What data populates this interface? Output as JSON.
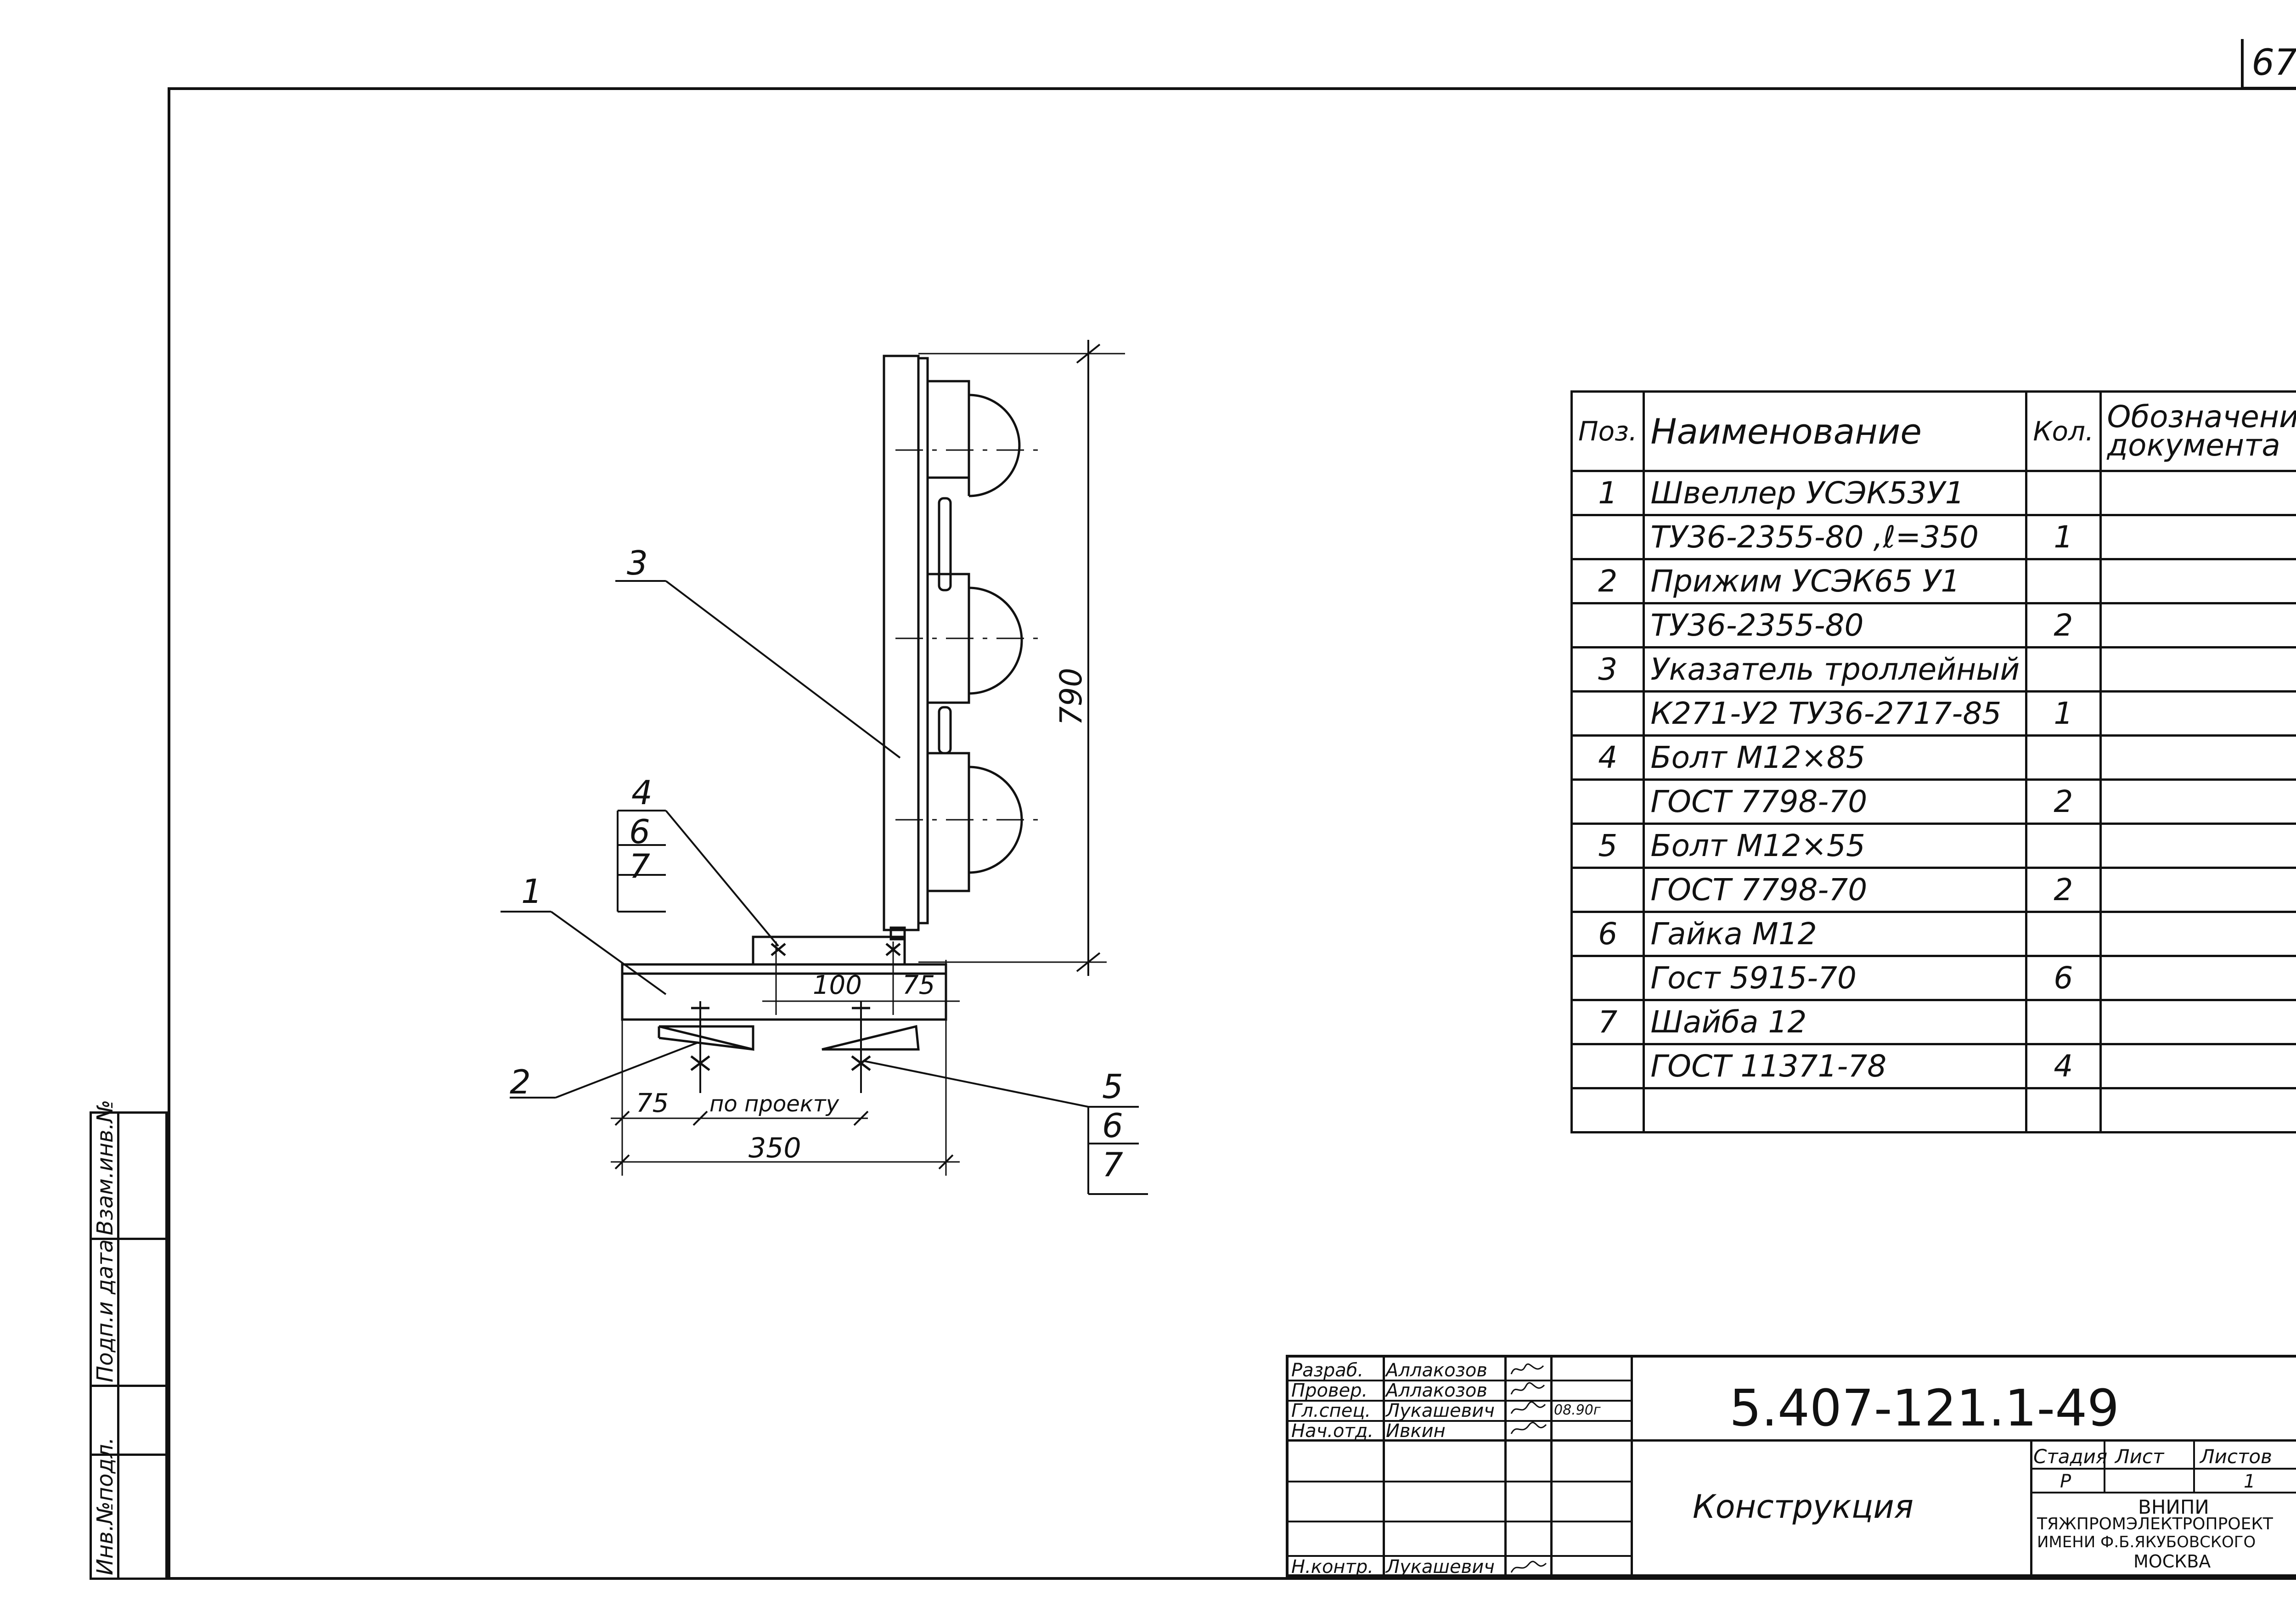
{
  "sheet_number": "67",
  "callouts": {
    "pos1": "1",
    "pos2": "2",
    "pos3": "3",
    "pos4": "4",
    "pos5": "5",
    "pos6a": "6",
    "pos7a": "7",
    "pos6b": "6",
    "pos7b": "7"
  },
  "dimensions": {
    "height": "790",
    "d100": "100",
    "d75_top": "75",
    "d75_left": "75",
    "by_project": "по проекту",
    "d350": "350"
  },
  "spec_table": {
    "headers": {
      "pos": "Поз.",
      "name": "Наименование",
      "qty": "Кол.",
      "doc_line1": "Обозначение",
      "doc_line2": "документа"
    },
    "rows": [
      {
        "pos": "1",
        "name": "Швеллер УСЭК53У1",
        "qty": "",
        "doc": ""
      },
      {
        "pos": "",
        "name": "ТУ36-2355-80 ,ℓ=350",
        "qty": "1",
        "doc": ""
      },
      {
        "pos": "2",
        "name": "Прижим УСЭК65 У1",
        "qty": "",
        "doc": ""
      },
      {
        "pos": "",
        "name": "ТУ36-2355-80",
        "qty": "2",
        "doc": ""
      },
      {
        "pos": "3",
        "name": "Указатель троллейный",
        "qty": "",
        "doc": ""
      },
      {
        "pos": "",
        "name": "К271-У2 ТУ36-2717-85",
        "qty": "1",
        "doc": ""
      },
      {
        "pos": "4",
        "name": "Болт М12×85",
        "qty": "",
        "doc": ""
      },
      {
        "pos": "",
        "name": "ГОСТ 7798-70",
        "qty": "2",
        "doc": ""
      },
      {
        "pos": "5",
        "name": "Болт М12×55",
        "qty": "",
        "doc": ""
      },
      {
        "pos": "",
        "name": "ГОСТ 7798-70",
        "qty": "2",
        "doc": ""
      },
      {
        "pos": "6",
        "name": "Гайка М12",
        "qty": "",
        "doc": ""
      },
      {
        "pos": "",
        "name": "Гост 5915-70",
        "qty": "6",
        "doc": ""
      },
      {
        "pos": "7",
        "name": "Шайба 12",
        "qty": "",
        "doc": ""
      },
      {
        "pos": "",
        "name": "ГОСТ 11371-78",
        "qty": "4",
        "doc": ""
      },
      {
        "pos": "",
        "name": "",
        "qty": "",
        "doc": ""
      }
    ]
  },
  "title_block": {
    "designation": "5.407-121.1-49",
    "title": "Конструкция",
    "roles": [
      {
        "role": "Разраб.",
        "name": "Аллакозов"
      },
      {
        "role": "Провер.",
        "name": "Аллакозов"
      },
      {
        "role": "Гл.спец.",
        "name": "Лукашевич"
      },
      {
        "role": "Нач.отд.",
        "name": "Ивкин"
      },
      {
        "role": "Н.контр.",
        "name": "Лукашевич"
      }
    ],
    "date": "08.90г",
    "stage_label": "Стадия",
    "sheet_label": "Лист",
    "sheets_label": "Листов",
    "stage_value": "Р",
    "sheets_value": "1",
    "org_line1": "ВНИПИ",
    "org_line2": "ТЯЖПРОМЭЛЕКТРОПРОЕКТ",
    "org_line3": "ИМЕНИ Ф.Б.ЯКУБОВСКОГО",
    "org_line4": "МОСКВА"
  },
  "side_stamp": {
    "inv_orig": "Инв.№подл.",
    "sign_date": "Подп.и дата",
    "replace_inv": "Взам.инв.№"
  }
}
